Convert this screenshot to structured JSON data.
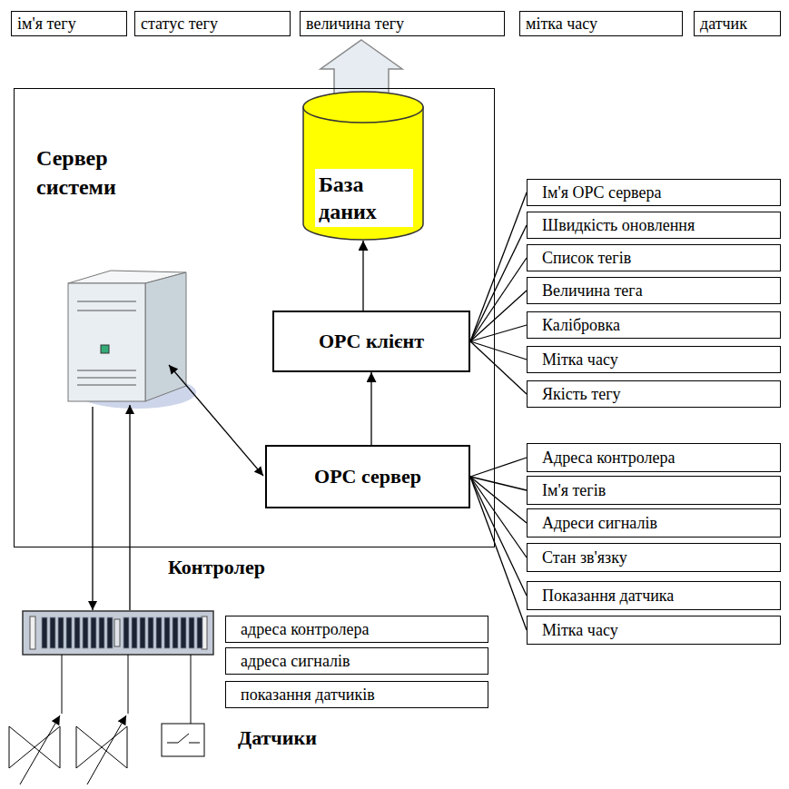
{
  "diagram": {
    "nodes": [
      {
        "text": [
          "ім'я тегу"
        ]
      },
      {
        "text": [
          "статус тегу"
        ]
      },
      {
        "text": [
          "величина тегу"
        ]
      },
      {
        "text": [
          "мітка часу"
        ]
      },
      {
        "text": [
          "датчик"
        ]
      },
      {
        "text": [
          "Сервер системи"
        ]
      },
      {
        "text": [
          "База даних"
        ],
        "in": 5
      },
      {
        "text": [
          "OPC клієнт"
        ],
        "in": 5
      },
      {
        "text": [
          "OPC сервер"
        ],
        "in": 5
      },
      {
        "text": [
          "Ім'я OPC сервера"
        ]
      },
      {
        "text": [
          "Швидкість оновлення"
        ]
      },
      {
        "text": [
          "Список тегів"
        ]
      },
      {
        "text": [
          "Величина тега"
        ]
      },
      {
        "text": [
          "Калібровка"
        ]
      },
      {
        "text": [
          "Мітка часу"
        ]
      },
      {
        "text": [
          "Якість тегу"
        ]
      },
      {
        "text": [
          "Адреса контролера"
        ]
      },
      {
        "text": [
          "Ім'я тегів"
        ]
      },
      {
        "text": [
          "Адреси сигналів"
        ]
      },
      {
        "text": [
          "Стан зв'язку"
        ]
      },
      {
        "text": [
          "Показання датчика"
        ]
      },
      {
        "text": [
          "Мітка часу"
        ]
      },
      {
        "text": [
          "адреса контролера"
        ]
      },
      {
        "text": [
          "адреса сигналів"
        ]
      },
      {
        "text": [
          "показання датчиків"
        ]
      }
    ],
    "edges": [
      {
        "from": 8,
        "to": 7,
        "arrow": "to"
      },
      {
        "from": 7,
        "to": 6,
        "arrow": "to"
      },
      {
        "from": 7,
        "to": 9,
        "arrow": "none"
      },
      {
        "from": 7,
        "to": 10,
        "arrow": "none"
      },
      {
        "from": 7,
        "to": 11,
        "arrow": "none"
      },
      {
        "from": 7,
        "to": 12,
        "arrow": "none"
      },
      {
        "from": 7,
        "to": 13,
        "arrow": "none"
      },
      {
        "from": 7,
        "to": 14,
        "arrow": "none"
      },
      {
        "from": 7,
        "to": 15,
        "arrow": "none"
      },
      {
        "from": 8,
        "to": 16,
        "arrow": "none"
      },
      {
        "from": 8,
        "to": 17,
        "arrow": "none"
      },
      {
        "from": 8,
        "to": 18,
        "arrow": "none"
      },
      {
        "from": 8,
        "to": 19,
        "arrow": "none"
      },
      {
        "from": 8,
        "to": 20,
        "arrow": "none"
      },
      {
        "from": 8,
        "to": 21,
        "arrow": "none"
      }
    ],
    "labels": [
      "Контролер",
      "Датчики"
    ]
  }
}
